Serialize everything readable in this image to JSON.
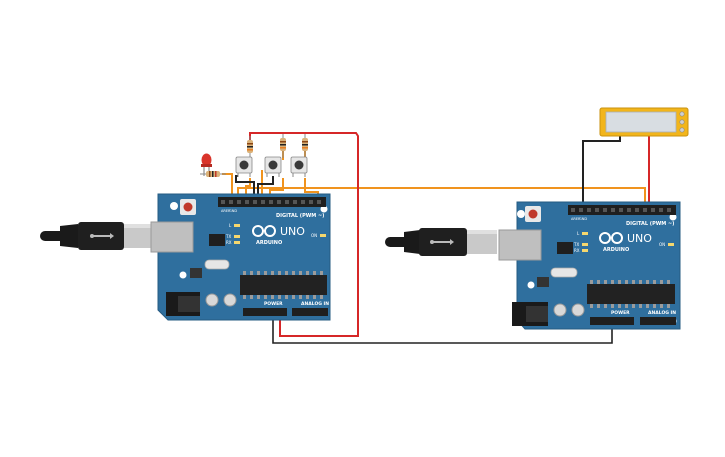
{
  "colors": {
    "board": "#2f6f9e",
    "board_edge": "#255b82",
    "header": "#1f1f1f",
    "chip": "#222222",
    "usb_cable": "#1a1a1a",
    "usb_plug": "#c9c9c9",
    "wire_orange": "#f0931e",
    "wire_red": "#d62728",
    "wire_black": "#222222",
    "lcd_frame": "#f2b51b",
    "lcd_screen": "#d8dde2",
    "resistor": "#d9b27a",
    "led": "#d9342b",
    "button_cap": "#3a3a3a"
  },
  "boards": [
    {
      "id": "uno-left",
      "logo_text": "ARDUINO",
      "model_text": "UNO",
      "digital_label": "DIGITAL (PWM ~)",
      "power_label": "POWER",
      "analog_label": "ANALOG IN",
      "aref_label": "AREF",
      "gnd_label": "GND",
      "l_label": "L",
      "tx_label": "TX",
      "rx_label": "RX",
      "on_label": "ON"
    },
    {
      "id": "uno-right",
      "logo_text": "ARDUINO",
      "model_text": "UNO",
      "digital_label": "DIGITAL (PWM ~)",
      "power_label": "POWER",
      "analog_label": "ANALOG IN",
      "aref_label": "AREF",
      "gnd_label": "GND",
      "l_label": "L",
      "tx_label": "TX",
      "rx_label": "RX",
      "on_label": "ON"
    }
  ],
  "components": {
    "push_buttons": 3,
    "resistors": 4,
    "leds": 1,
    "lcd_displays": 1
  }
}
